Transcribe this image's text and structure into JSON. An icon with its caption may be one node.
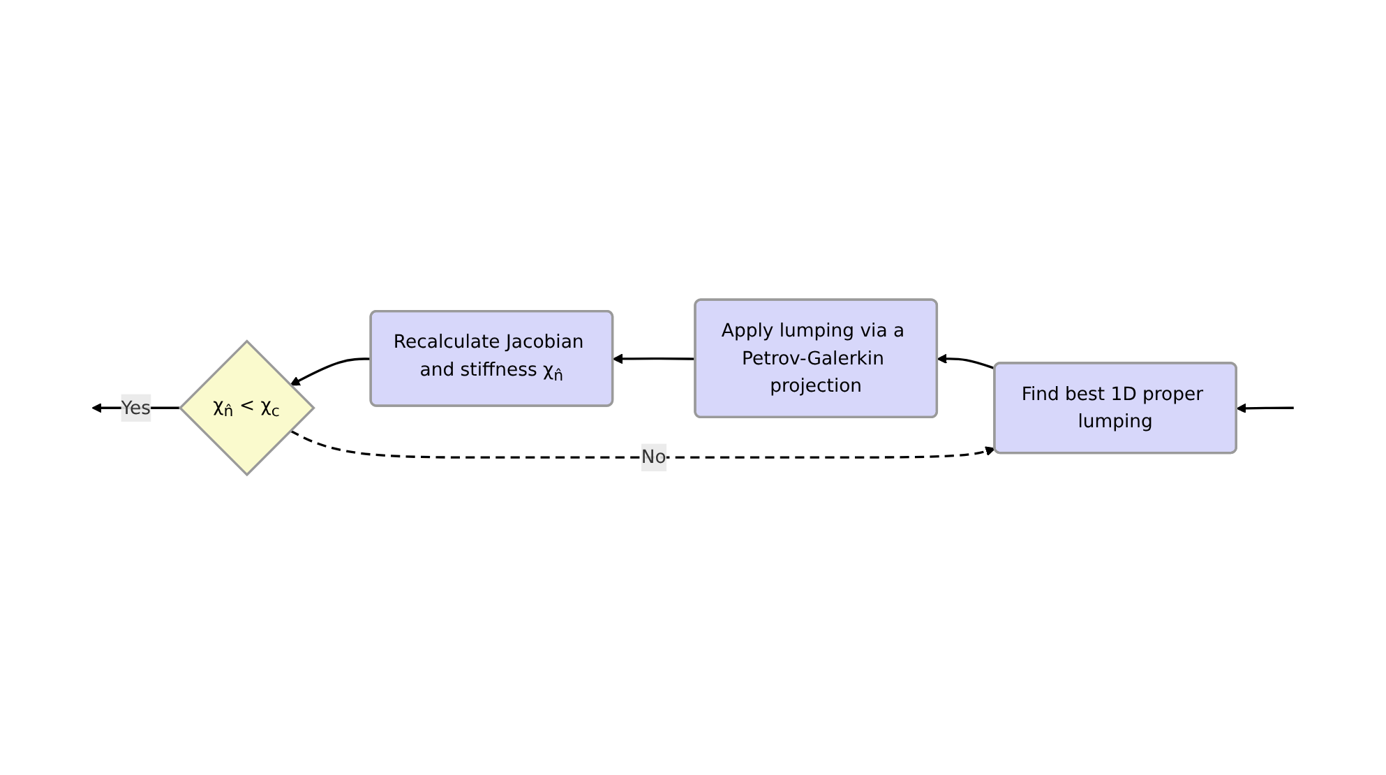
{
  "diagram": {
    "nodes": [
      {
        "text": [
          "Find best 1D proper lumping"
        ]
      },
      {
        "text": [
          "Apply lumping via a Petrov-Galerkin projection"
        ]
      },
      {
        "text": [
          "Recalculate Jacobian and stiffness χ$_{n̂}$"
        ]
      },
      {
        "text": [
          "χ$_{n̂}$ < χ$_{c}$"
        ]
      }
    ],
    "edges": [
      {
        "from": null,
        "to": 0,
        "arrow": "to"
      },
      {
        "from": 0,
        "to": 1,
        "arrow": "to"
      },
      {
        "from": 1,
        "to": 2,
        "arrow": "to"
      },
      {
        "from": 2,
        "to": 3,
        "arrow": "to"
      },
      {
        "from": 3,
        "to": 0,
        "arrow": "to",
        "label": "No",
        "style": "dashed"
      },
      {
        "from": 3,
        "to": null,
        "arrow": "to",
        "label": "Yes"
      }
    ]
  }
}
